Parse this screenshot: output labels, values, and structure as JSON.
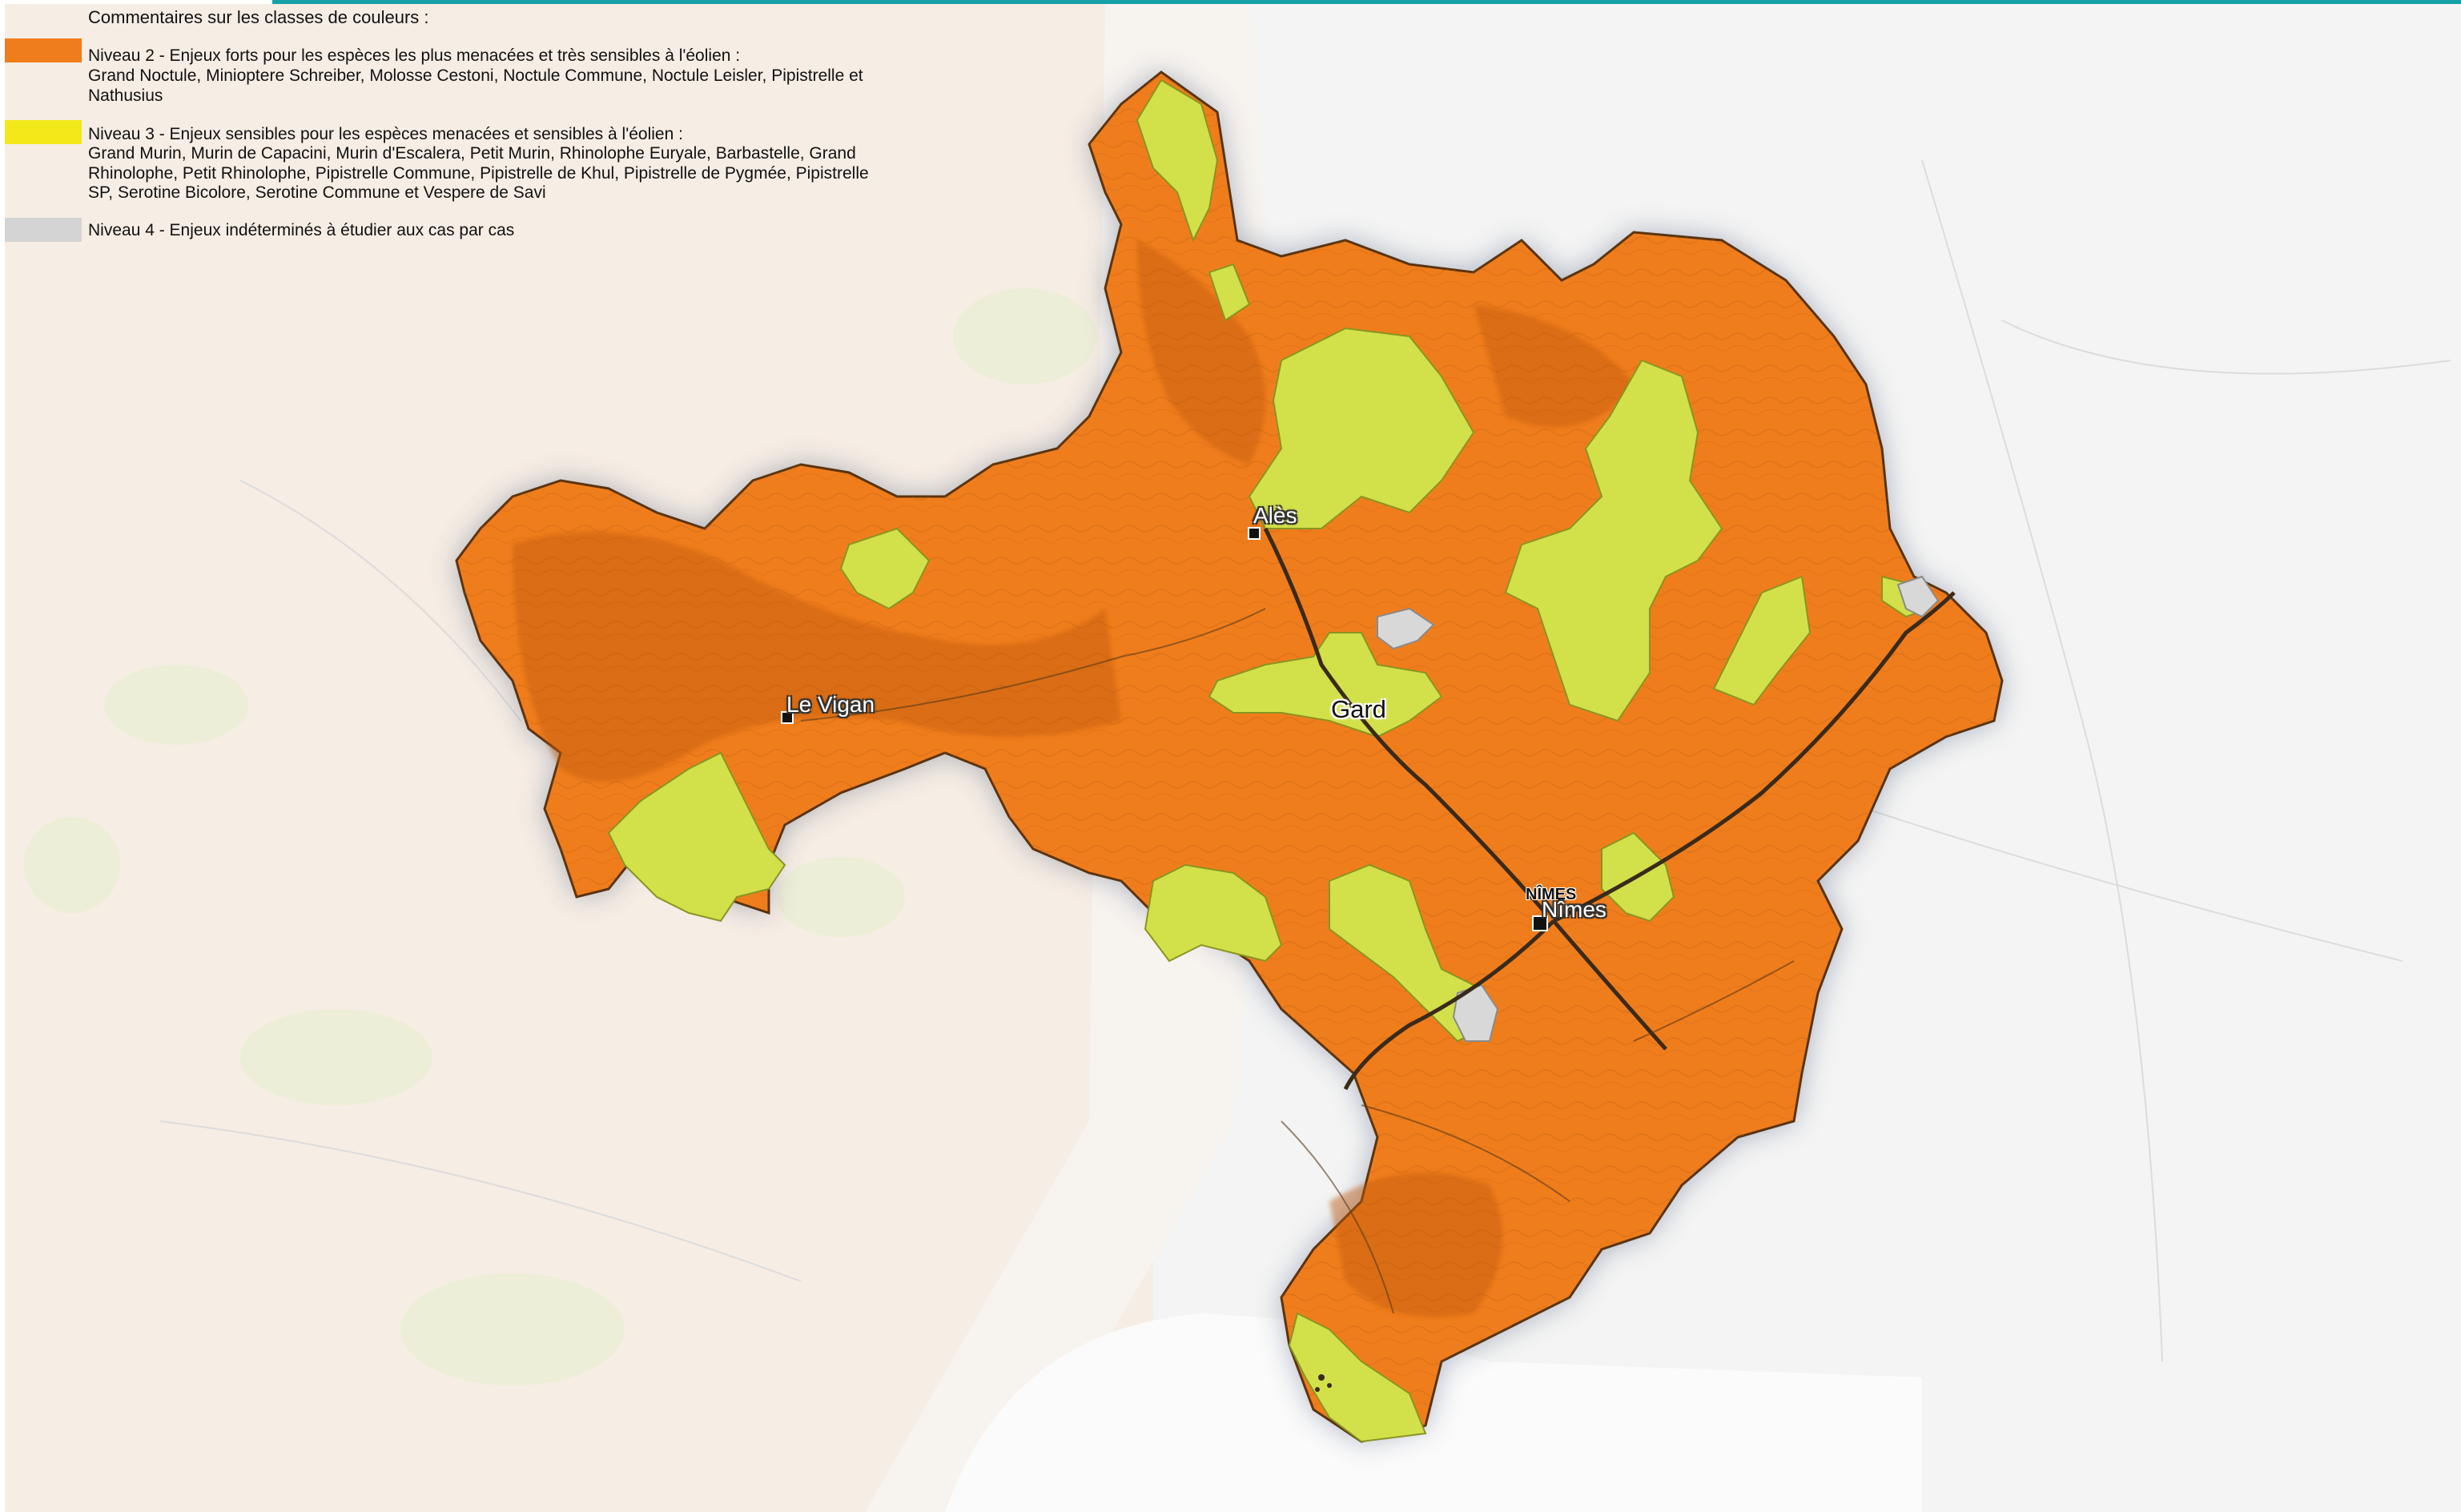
{
  "legend": {
    "title": "Commentaires sur les classes de couleurs :",
    "items": [
      {
        "label": "Niveau 2 - Enjeux forts pour les espèces les plus menacées et très sensibles à l'éolien :",
        "desc": "Grand Noctule, Minioptere Schreiber, Molosse Cestoni, Noctule Commune, Noctule Leisler, Pipistrelle et Nathusius",
        "color": "#f07d1c"
      },
      {
        "label": "Niveau 3 - Enjeux sensibles pour les espèces menacées et sensibles à l'éolien :",
        "desc": "Grand Murin, Murin de Capacini, Murin d'Escalera, Petit Murin, Rhinolophe Euryale, Barbastelle, Grand Rhinolophe, Petit Rhinolophe, Pipistrelle Commune, Pipistrelle de Khul, Pipistrelle de Pygmée, Pipistrelle SP, Serotine Bicolore, Serotine Commune et Vespere de Savi",
        "color": "#f2e81a"
      },
      {
        "label": "Niveau 4 - Enjeux indéterminés à étudier aux cas par cas",
        "desc": "",
        "color": "#d4d4d4"
      }
    ]
  },
  "places": {
    "ales": "Alès",
    "gard": "Gard",
    "le_vigan": "Le Vigan",
    "nimes_caps": "NÎMES",
    "nimes": "Nîmes"
  },
  "colors": {
    "niveau2": "#f07d1c",
    "niveau3": "#d2e04a",
    "niveau4": "#d8d8d8",
    "basemap_left": "#f6ede4",
    "basemap_right": "#f4f4f4",
    "sea": "#fafafa",
    "frame_bar": "#18a0a8"
  }
}
